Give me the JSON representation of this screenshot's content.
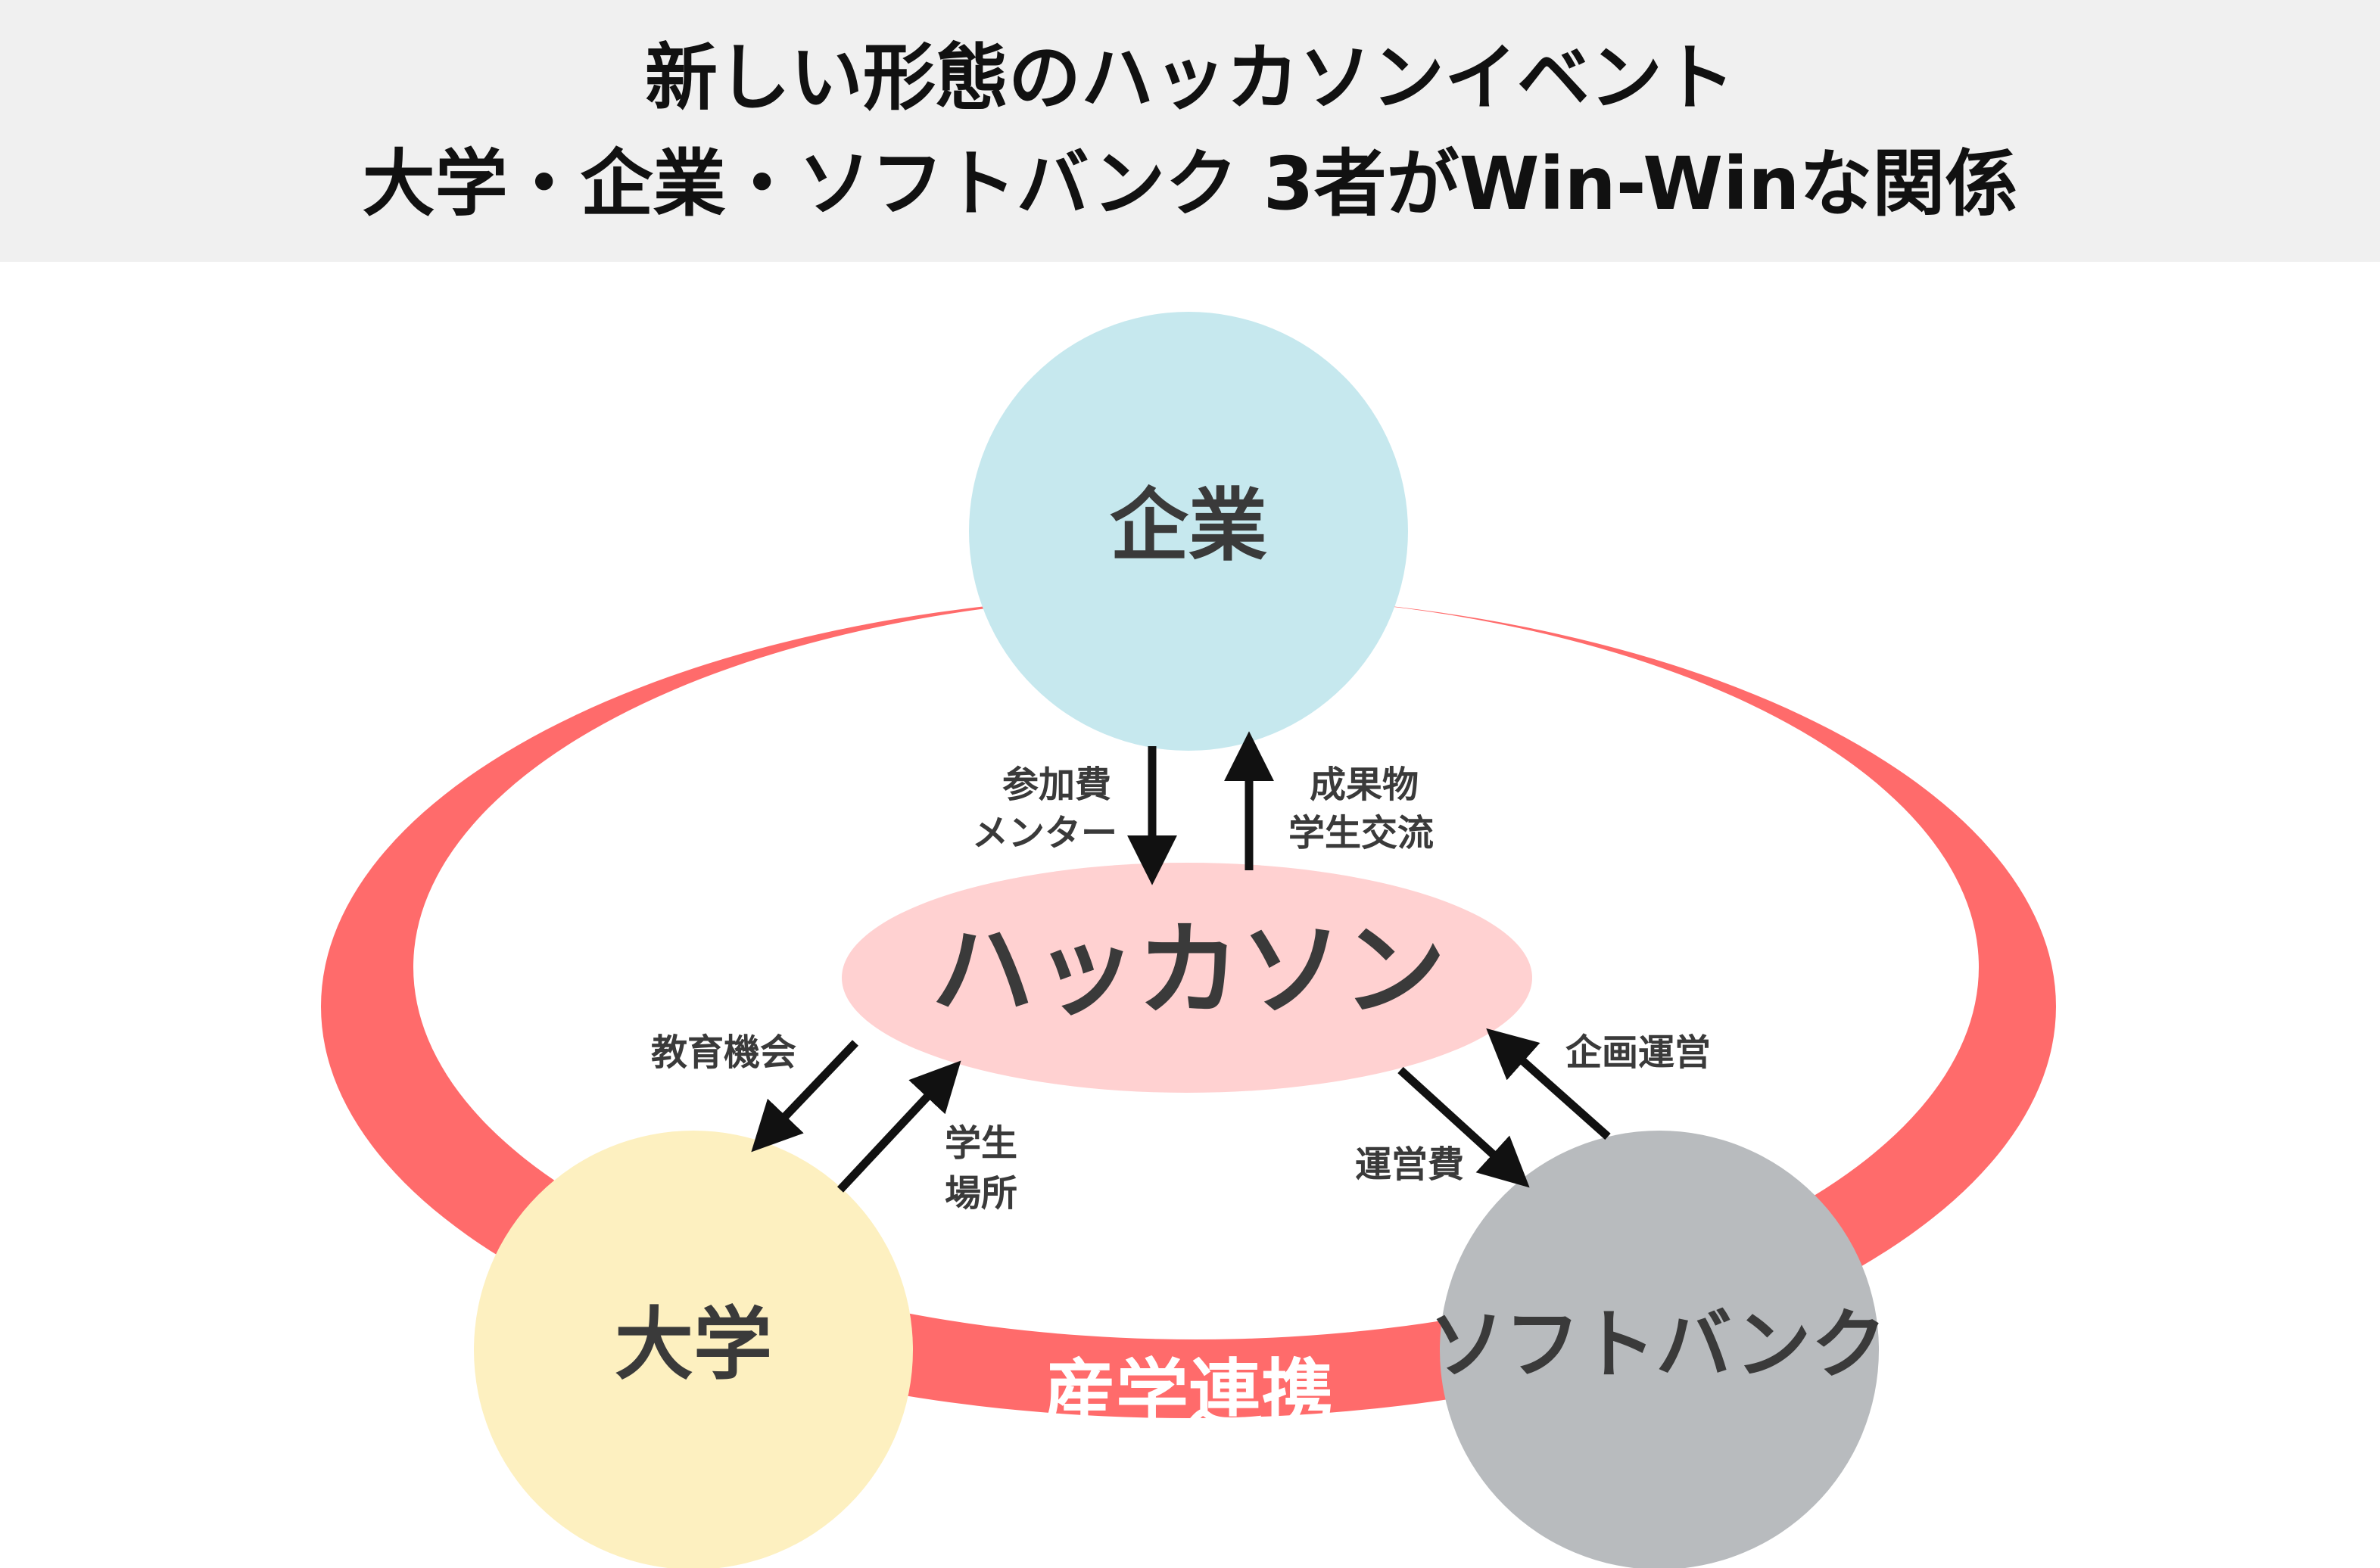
{
  "header": {
    "title_line1": "新しい形態のハッカソンイベント",
    "title_line2": "大学・企業・ソフトバンク 3者がWin-Winな関係"
  },
  "colors": {
    "ring": "#ff6b6b",
    "company_fill": "#c6e8ee",
    "university_fill": "#fdf0c0",
    "softbank_fill": "#b8bbbe",
    "hackathon_fill": "#ffd1d1",
    "header_bg": "#f0f0f0"
  },
  "nodes": {
    "company": "企業",
    "university": "大学",
    "softbank": "ソフトバンク",
    "hackathon": "ハッカソン"
  },
  "ring": {
    "label": "産学連携"
  },
  "flows": {
    "company_to_hackathon": [
      "参加費",
      "メンター"
    ],
    "hackathon_to_company": [
      "成果物",
      "学生交流"
    ],
    "hackathon_to_university": [
      "教育機会"
    ],
    "university_to_hackathon": [
      "学生",
      "場所"
    ],
    "softbank_to_hackathon": [
      "企画運営"
    ],
    "hackathon_to_softbank": [
      "運営費"
    ]
  }
}
